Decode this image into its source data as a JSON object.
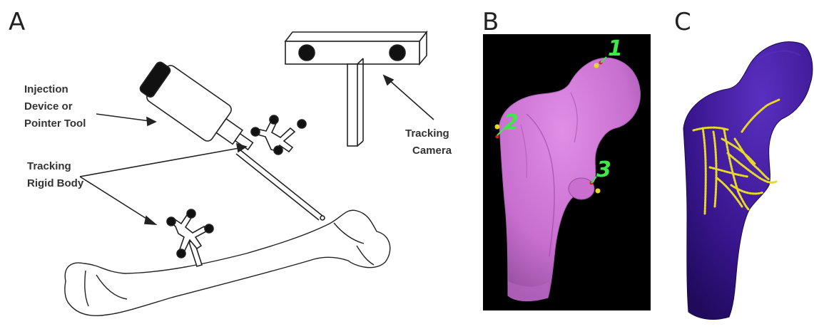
{
  "panels": {
    "a": {
      "letter": "A"
    },
    "b": {
      "letter": "B"
    },
    "c": {
      "letter": "C"
    }
  },
  "labels": {
    "injection_line1": "Injection",
    "injection_line2": "Device or",
    "injection_line3": "Pointer Tool",
    "tracking_line1": "Tracking",
    "tracking_line2": "Rigid Body",
    "camera_line1": "Tracking",
    "camera_line2": "Camera"
  },
  "markers": [
    {
      "num": "1"
    },
    {
      "num": "2"
    },
    {
      "num": "3"
    }
  ],
  "colors": {
    "bone_3d": "#c86fcf",
    "bone_3d_dark": "#9a4ca5",
    "femur_model": "#3a1690",
    "injection_points": "#e8d82a",
    "marker_text": "#3ee84a",
    "panel_b_bg": "#000000"
  }
}
